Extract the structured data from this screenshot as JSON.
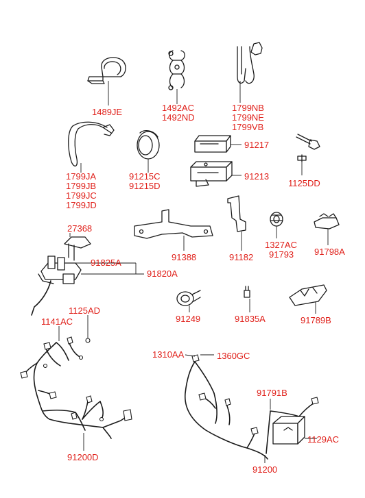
{
  "labels": {
    "p1489je": "1489JE",
    "p1492ac": "1492AC",
    "p1492nd": "1492ND",
    "p1799nb": "1799NB",
    "p1799ne": "1799NE",
    "p1799vb": "1799VB",
    "p1799ja": "1799JA",
    "p1799jb": "1799JB",
    "p1799jc": "1799JC",
    "p1799jd": "1799JD",
    "p91215c": "91215C",
    "p91215d": "91215D",
    "p91217": "91217",
    "p91213": "91213",
    "p1125dd": "1125DD",
    "p27368": "27368",
    "p91388": "91388",
    "p91182": "91182",
    "p1327ac": "1327AC",
    "p91793": "91793",
    "p91798a": "91798A",
    "p91825a": "91825A",
    "p91820a": "91820A",
    "p91249": "91249",
    "p91835a": "91835A",
    "p91789b": "91789B",
    "p1125ad": "1125AD",
    "p1141ac": "1141AC",
    "p1310aa": "1310AA",
    "p1360gc": "1360GC",
    "p91791b": "91791B",
    "p1129ac": "1129AC",
    "p91200d": "91200D",
    "p91200": "91200"
  },
  "colors": {
    "label": "#e0201a",
    "line": "#1a1a1a"
  }
}
